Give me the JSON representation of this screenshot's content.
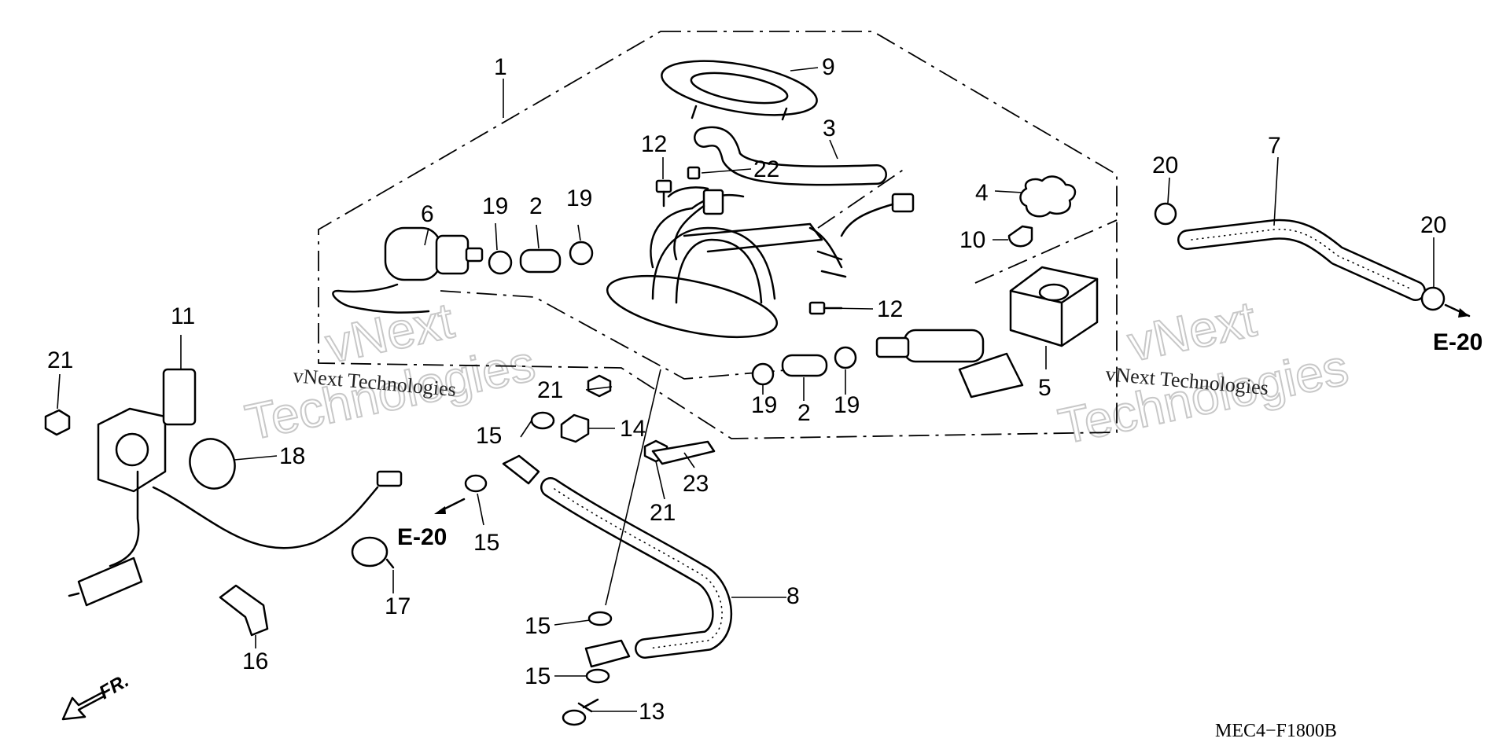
{
  "callouts": {
    "c1": "1",
    "c2a": "2",
    "c2b": "2",
    "c3": "3",
    "c4": "4",
    "c5": "5",
    "c6": "6",
    "c7": "7",
    "c8": "8",
    "c9": "9",
    "c10": "10",
    "c11": "11",
    "c12a": "12",
    "c12b": "12",
    "c13": "13",
    "c14": "14",
    "c15a": "15",
    "c15b": "15",
    "c15c": "15",
    "c15d": "15",
    "c16": "16",
    "c17": "17",
    "c18": "18",
    "c19a": "19",
    "c19b": "19",
    "c19c": "19",
    "c19d": "19",
    "c20a": "20",
    "c20b": "20",
    "c21a": "21",
    "c21b": "21",
    "c21c": "21",
    "c22": "22",
    "c23": "23"
  },
  "references": {
    "right": "E-20",
    "left": "E-20"
  },
  "direction": {
    "front": "FR."
  },
  "diagram_code": "MEC4−F1800B",
  "watermark": {
    "line1": "vNext",
    "line2": "Technologies",
    "small": "vNext Technologies"
  }
}
